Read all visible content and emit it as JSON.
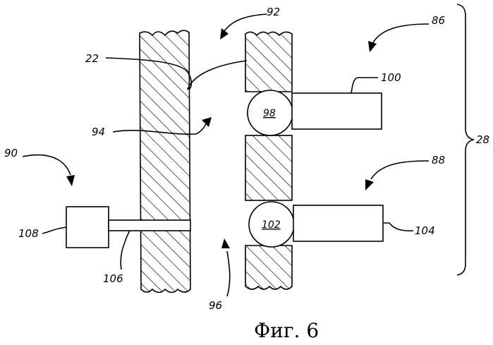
{
  "figure": {
    "caption": "Фиг. 6",
    "labels": {
      "l22": "22",
      "l92": "92",
      "l86": "86",
      "l100": "100",
      "l98": "98",
      "l94": "94",
      "l28": "28",
      "l90": "90",
      "l88": "88",
      "l102": "102",
      "l104": "104",
      "l108": "108",
      "l106": "106",
      "l96": "96"
    }
  }
}
